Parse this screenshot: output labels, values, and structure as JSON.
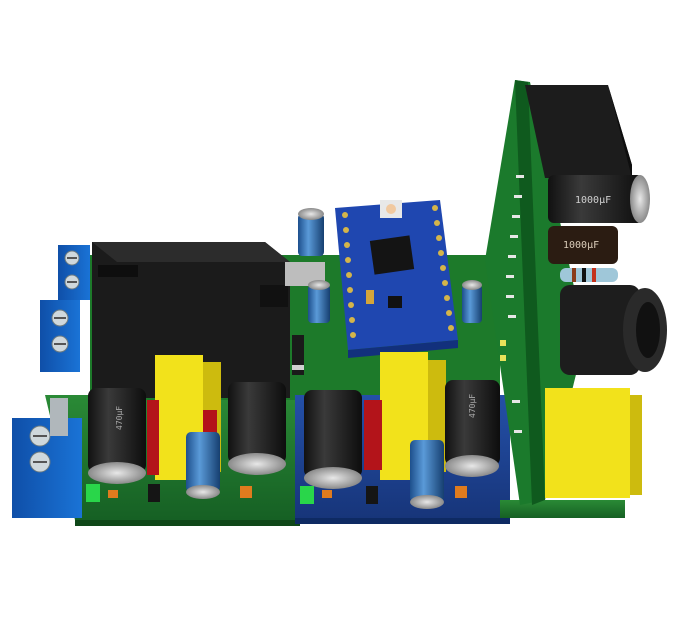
{
  "scene": {
    "subject": "3d-pcb-render",
    "colors": {
      "background": "#ffffff",
      "pcb_green": "#1f7a2c",
      "pcb_green_dark": "#14561e",
      "pcb_blue": "#1b3f8f",
      "terminal_blue": "#1565c8",
      "relay_black": "#1a1a1a",
      "capacitor_black": "#1e1e1e",
      "capacitor_blue": "#2f6fb5",
      "transformer_yellow": "#f2e21b",
      "copper_red": "#b3141a",
      "led_green": "#29d64a"
    }
  },
  "labels": {
    "cap_text_1": "1000µF",
    "cap_text_2": "1000µF",
    "cap_text_left": "470µF",
    "cap_text_right": "470µF"
  },
  "icons": {
    "terminal": "screw-terminal-icon",
    "microcontroller": "arduino-pro-mini-icon",
    "relay": "relay-icon",
    "capacitor": "electrolytic-capacitor-icon",
    "transformer": "transformer-icon"
  }
}
